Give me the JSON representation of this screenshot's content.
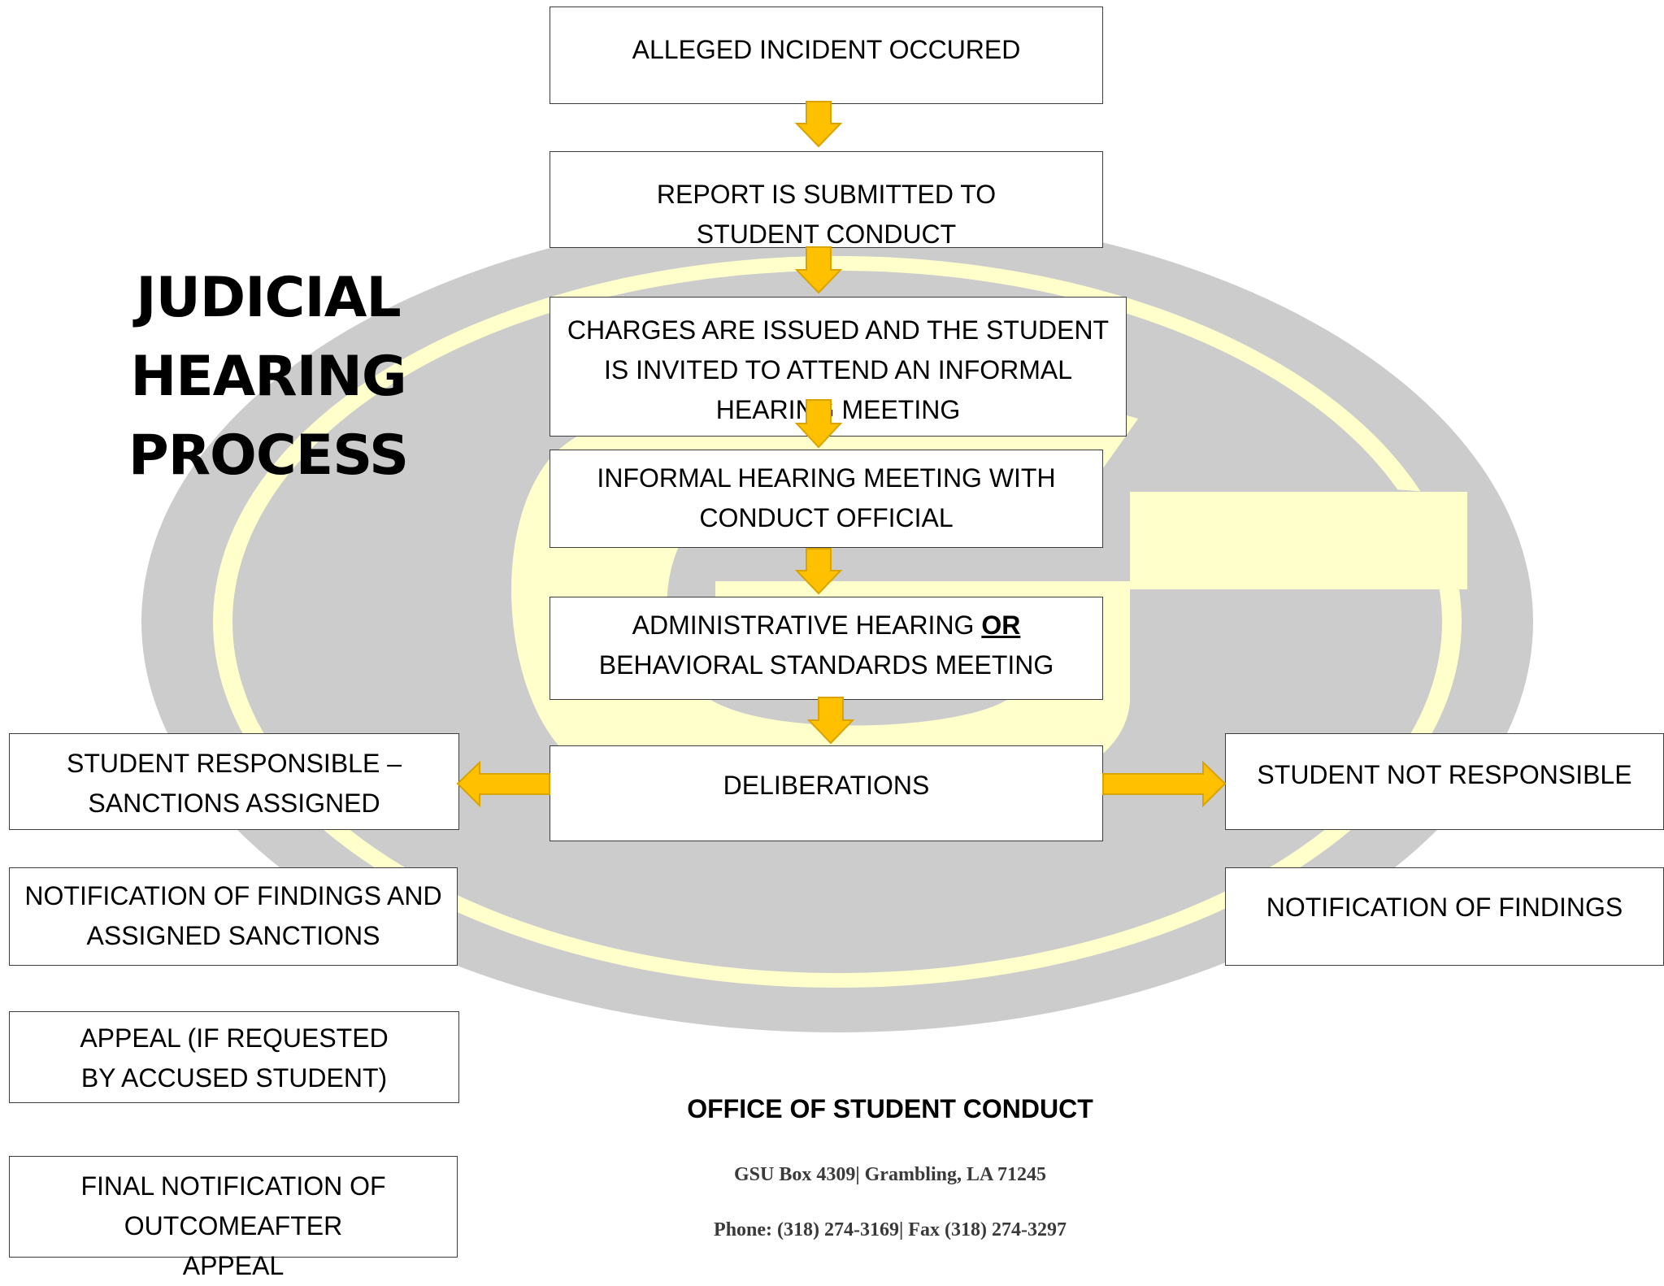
{
  "title": {
    "line1": "JUDICIAL HEARING",
    "line2": "PROCESS"
  },
  "steps": {
    "incident": "ALLEGED INCIDENT OCCURED",
    "report": "REPORT IS SUBMITTED TO STUDENT CONDUCT",
    "charges": "CHARGES ARE ISSUED AND THE STUDENT IS INVITED TO ATTEND AN INFORMAL HEARING MEETING",
    "informal_meeting": "INFORMAL HEARING MEETING WITH CONDUCT OFFICIAL",
    "admin_hearing_part1": "ADMINISTRATIVE HEARING ",
    "admin_hearing_or": "OR",
    "admin_hearing_part2": "BEHAVIORAL STANDARDS MEETING",
    "deliberations": "DELIBERATIONS"
  },
  "left_branch": {
    "responsible": "STUDENT RESPONSIBLE – SANCTIONS ASSIGNED",
    "notification": "NOTIFICATION OF FINDINGS AND ASSIGNED SANCTIONS",
    "appeal": "APPEAL (IF REQUESTED BY ACCUSED STUDENT)",
    "final_notification": "FINAL NOTIFICATION OF OUTCOMEAFTER APPEAL"
  },
  "right_branch": {
    "not_responsible": "STUDENT NOT RESPONSIBLE",
    "notification": "NOTIFICATION OF FINDINGS"
  },
  "footer": {
    "office": "OFFICE OF STUDENT CONDUCT",
    "address": "GSU Box 4309| Grambling, LA 71245",
    "phone": "Phone: (318) 274-3169| Fax (318) 274-3297"
  },
  "colors": {
    "arrow_fill": "#FFC000",
    "arrow_stroke": "#D9A300",
    "emblem_gray": "#CCCCCC",
    "emblem_yellow": "#FFFFCC"
  }
}
